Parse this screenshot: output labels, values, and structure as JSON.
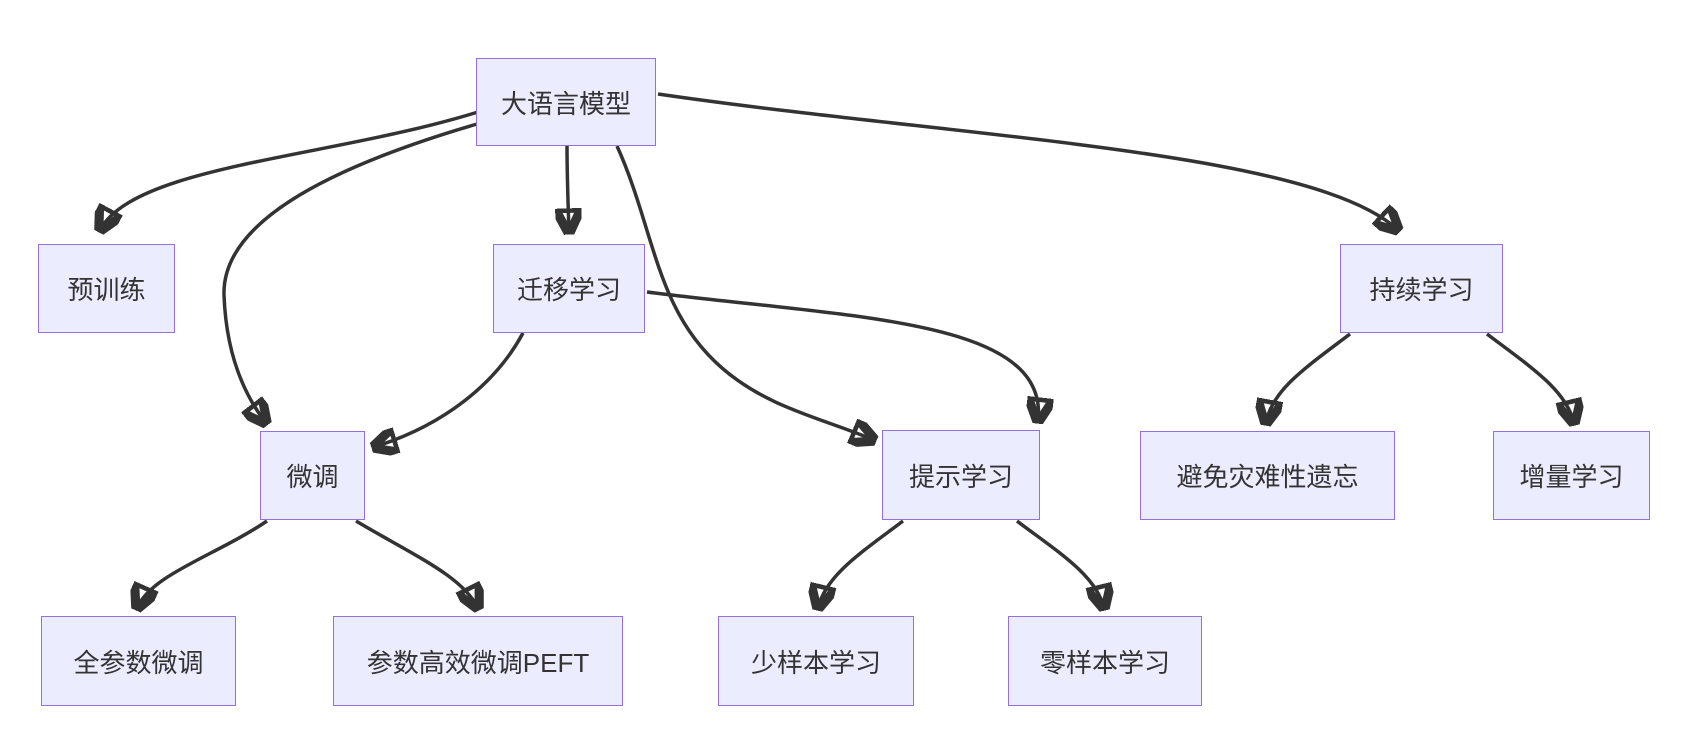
{
  "diagram": {
    "type": "flowchart",
    "direction": "top-down",
    "colors": {
      "node_fill": "#ECECFF",
      "node_border": "#9370DB",
      "edge_stroke": "#333333",
      "text": "#333333",
      "background": "#FFFFFF"
    },
    "nodes": [
      {
        "id": "llm",
        "label": "大语言模型"
      },
      {
        "id": "pretraining",
        "label": "预训练"
      },
      {
        "id": "transfer",
        "label": "迁移学习"
      },
      {
        "id": "continual",
        "label": "持续学习"
      },
      {
        "id": "finetune",
        "label": "微调"
      },
      {
        "id": "prompt",
        "label": "提示学习"
      },
      {
        "id": "forgetting",
        "label": "避免灾难性遗忘"
      },
      {
        "id": "incremental",
        "label": "增量学习"
      },
      {
        "id": "full-ft",
        "label": "全参数微调"
      },
      {
        "id": "peft",
        "label": "参数高效微调PEFT"
      },
      {
        "id": "few-shot",
        "label": "少样本学习"
      },
      {
        "id": "zero-shot",
        "label": "零样本学习"
      }
    ],
    "edges": [
      {
        "from": "大语言模型",
        "to": "预训练"
      },
      {
        "from": "大语言模型",
        "to": "迁移学习"
      },
      {
        "from": "大语言模型",
        "to": "持续学习"
      },
      {
        "from": "大语言模型",
        "to": "微调"
      },
      {
        "from": "大语言模型",
        "to": "提示学习"
      },
      {
        "from": "迁移学习",
        "to": "微调"
      },
      {
        "from": "迁移学习",
        "to": "提示学习"
      },
      {
        "from": "持续学习",
        "to": "避免灾难性遗忘"
      },
      {
        "from": "持续学习",
        "to": "增量学习"
      },
      {
        "from": "微调",
        "to": "全参数微调"
      },
      {
        "from": "微调",
        "to": "参数高效微调PEFT"
      },
      {
        "from": "提示学习",
        "to": "少样本学习"
      },
      {
        "from": "提示学习",
        "to": "零样本学习"
      }
    ]
  }
}
